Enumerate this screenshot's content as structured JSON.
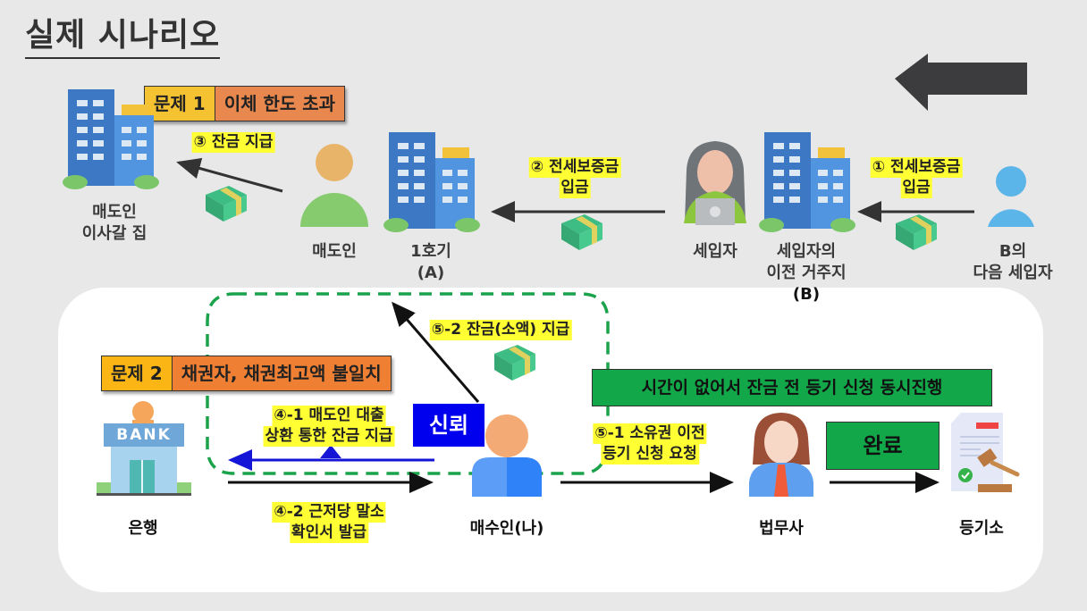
{
  "title": "실제 시나리오",
  "top_flow": {
    "nodes": {
      "seller_new_home": [
        "매도인",
        "이사갈 집"
      ],
      "seller": "매도인",
      "unit_a": [
        "1호기",
        "(A)"
      ],
      "tenant": "세입자",
      "tenant_prev_home": [
        "세입자의",
        "이전 거주지",
        "(B)"
      ],
      "next_tenant": [
        "B의",
        "다음 세입자"
      ]
    },
    "steps": {
      "step1": [
        "① 전세보증금",
        "입금"
      ],
      "step2": [
        "② 전세보증금",
        "입금"
      ],
      "step3": "③ 잔금 지급"
    },
    "problem1": {
      "tag": "문제 1",
      "text": "이체 한도 초과"
    },
    "direction_arrow": "left-arrow-icon"
  },
  "bottom_flow": {
    "nodes": {
      "bank": "은행",
      "bank_sign": "BANK",
      "buyer": "매수인(나)",
      "lawyer": "법무사",
      "registry": "등기소"
    },
    "problem2": {
      "tag": "문제 2",
      "text": "채권자, 채권최고액 불일치"
    },
    "trust_label": "신뢰",
    "steps": {
      "step4_1": [
        "④-1 매도인 대출",
        "상환 통한 잔금 지급"
      ],
      "step4_2": [
        "④-2 근저당 말소",
        "확인서 발급"
      ],
      "step5_1": [
        "⑤-1 소유권 이전",
        "등기 신청 요청"
      ],
      "step5_2": "⑤-2 잔금(소액) 지급"
    },
    "banner": "시간이 없어서 잔금 전 등기 신청 동시진행",
    "done_label": "완료"
  },
  "colors": {
    "background": "#e8e8e8",
    "highlight": "#ffff33",
    "problem_tag": "#f5c232",
    "problem_text": "#e9884e",
    "green_box": "#12a84a",
    "trust_box": "#0000ee",
    "dashed_border": "#1aa34a"
  }
}
